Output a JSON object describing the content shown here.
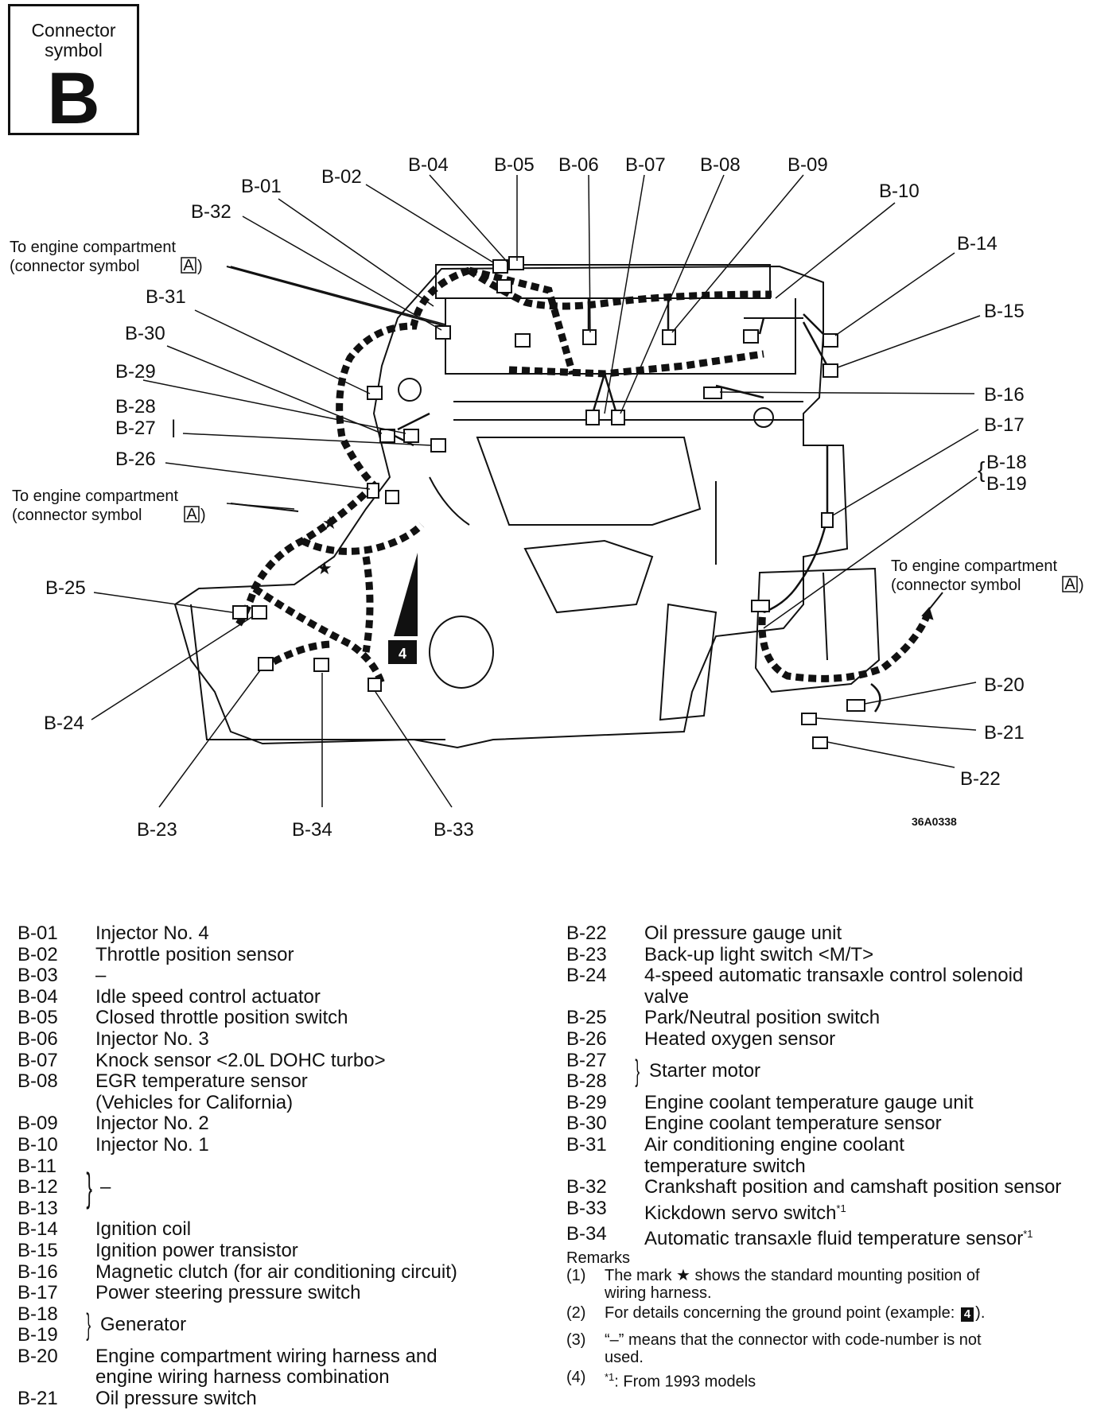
{
  "symbol": {
    "caption": "Connector symbol",
    "letter": "B"
  },
  "figure_code": "36A0338",
  "ground_marker": "4",
  "notes": {
    "engine_compartment_line1": "To engine compartment",
    "engine_compartment_line2": "(connector symbol",
    "connector_symbol_a": "A",
    "close_paren": ")"
  },
  "callouts": {
    "b01": "B-01",
    "b02": "B-02",
    "b04": "B-04",
    "b05": "B-05",
    "b06": "B-06",
    "b07": "B-07",
    "b08": "B-08",
    "b09": "B-09",
    "b10": "B-10",
    "b14": "B-14",
    "b15": "B-15",
    "b16": "B-16",
    "b17": "B-17",
    "b18": "B-18",
    "b19": "B-19",
    "b20": "B-20",
    "b21": "B-21",
    "b22": "B-22",
    "b23": "B-23",
    "b24": "B-24",
    "b25": "B-25",
    "b26": "B-26",
    "b27": "B-27",
    "b28": "B-28",
    "b29": "B-29",
    "b30": "B-30",
    "b31": "B-31",
    "b32": "B-32",
    "b33": "B-33",
    "b34": "B-34"
  },
  "legend": {
    "b01": {
      "code": "B-01",
      "desc": "Injector No. 4"
    },
    "b02": {
      "code": "B-02",
      "desc": "Throttle position sensor"
    },
    "b03": {
      "code": "B-03",
      "desc": "–"
    },
    "b04": {
      "code": "B-04",
      "desc": "Idle speed control actuator"
    },
    "b05": {
      "code": "B-05",
      "desc": "Closed throttle position switch"
    },
    "b06": {
      "code": "B-06",
      "desc": "Injector No. 3"
    },
    "b07": {
      "code": "B-07",
      "desc": "Knock sensor <2.0L DOHC turbo>"
    },
    "b08": {
      "code": "B-08",
      "desc": "EGR temperature sensor",
      "desc2": "(Vehicles for California)"
    },
    "b09": {
      "code": "B-09",
      "desc": "Injector No. 2"
    },
    "b10": {
      "code": "B-10",
      "desc": "Injector No. 1"
    },
    "b11": {
      "code": "B-11"
    },
    "b12": {
      "code": "B-12"
    },
    "b13": {
      "code": "B-13"
    },
    "b11_13_desc": "–",
    "b14": {
      "code": "B-14",
      "desc": "Ignition coil"
    },
    "b15": {
      "code": "B-15",
      "desc": "Ignition power transistor"
    },
    "b16": {
      "code": "B-16",
      "desc": "Magnetic clutch (for air conditioning circuit)"
    },
    "b17": {
      "code": "B-17",
      "desc": "Power steering pressure switch"
    },
    "b18": {
      "code": "B-18"
    },
    "b19": {
      "code": "B-19"
    },
    "b18_19_desc": "Generator",
    "b20": {
      "code": "B-20",
      "desc": "Engine compartment wiring harness and",
      "desc2": "engine wiring harness combination"
    },
    "b21": {
      "code": "B-21",
      "desc": "Oil pressure switch"
    },
    "b22": {
      "code": "B-22",
      "desc": "Oil pressure gauge unit"
    },
    "b23": {
      "code": "B-23",
      "desc": "Back-up light switch <M/T>"
    },
    "b24": {
      "code": "B-24",
      "desc": "4-speed automatic transaxle control solenoid",
      "desc2": "valve"
    },
    "b25": {
      "code": "B-25",
      "desc": "Park/Neutral position switch"
    },
    "b26": {
      "code": "B-26",
      "desc": "Heated oxygen sensor"
    },
    "b27": {
      "code": "B-27"
    },
    "b28": {
      "code": "B-28"
    },
    "b27_28_desc": "Starter motor",
    "b29": {
      "code": "B-29",
      "desc": "Engine coolant temperature gauge unit"
    },
    "b30": {
      "code": "B-30",
      "desc": "Engine coolant temperature sensor"
    },
    "b31": {
      "code": "B-31",
      "desc": "Air conditioning engine coolant",
      "desc2": "temperature switch"
    },
    "b32": {
      "code": "B-32",
      "desc": "Crankshaft position and camshaft position sensor"
    },
    "b33": {
      "code": "B-33",
      "desc": "Kickdown servo switch"
    },
    "b34": {
      "code": "B-34",
      "desc": "Automatic transaxle fluid temperature sensor"
    },
    "footnote_mark": "*1"
  },
  "remarks": {
    "title": "Remarks",
    "r1": {
      "num": "(1)",
      "text_a": "The mark ★ shows the standard mounting position of",
      "text_b": "wiring harness."
    },
    "r2": {
      "num": "(2)",
      "text_a": "For details concerning the ground point (example:",
      "badge": "4",
      "text_b": ")."
    },
    "r3": {
      "num": "(3)",
      "text_a": "“–” means that the connector with code-number is not",
      "text_b": "used."
    },
    "r4": {
      "num": "(4)",
      "text_a": "*1",
      "text_b": ": From 1993 models"
    }
  }
}
